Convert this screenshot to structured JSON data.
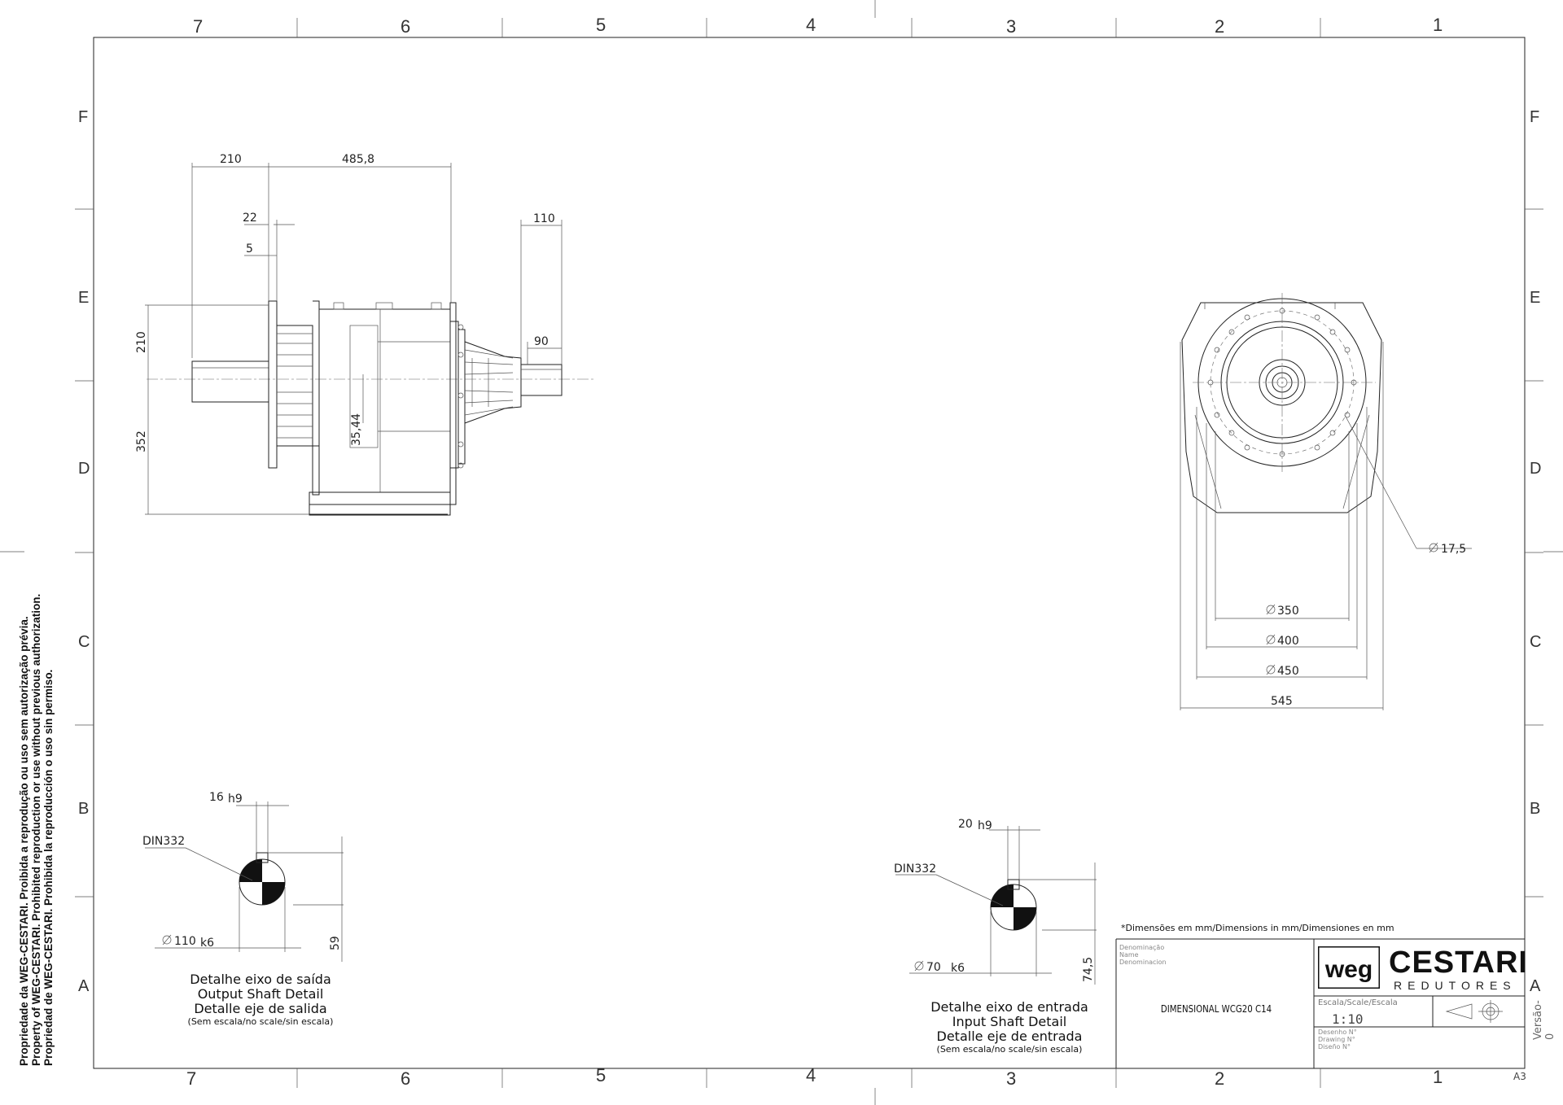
{
  "frame": {
    "col_labels": [
      "7",
      "6",
      "5",
      "4",
      "3",
      "2",
      "1"
    ],
    "row_labels": [
      "F",
      "E",
      "D",
      "C",
      "B",
      "A"
    ]
  },
  "property_notice": [
    "Propriedade da WEG-CESTARI. Proibida a reprodução ou uso sem autorização prévia.",
    "Property of WEG-CESTARI. Prohibited reproduction or use without previous authorization.",
    "Propriedad de WEG-CESTARI. Prohibida la reproducción o uso sin permiso."
  ],
  "side_view": {
    "dims": {
      "d210_top": "210",
      "d485": "485,8",
      "d22": "22",
      "d5": "5",
      "d110": "110",
      "d90": "90",
      "d210_left": "210",
      "d352": "352",
      "d3544": "35,44"
    }
  },
  "front_view": {
    "dims": {
      "bolt": "17,5",
      "d350": "350",
      "d400": "400",
      "d450": "450",
      "w545": "545"
    }
  },
  "output_shaft": {
    "key_width": "16",
    "key_tol": "h9",
    "din": "DIN332",
    "diameter": "110",
    "diameter_tol": "k6",
    "height": "59",
    "caption": [
      "Detalhe eixo de saída",
      "Output Shaft Detail",
      "Detalle eje de salida",
      "(Sem escala/no scale/sin escala)"
    ]
  },
  "input_shaft": {
    "key_width": "20",
    "key_tol": "h9",
    "din": "DIN332",
    "diameter": "70",
    "diameter_tol": "k6",
    "height": "74,5",
    "caption": [
      "Detalhe eixo de entrada",
      "Input Shaft Detail",
      "Detalle eje de entrada",
      "(Sem escala/no scale/sin escala)"
    ]
  },
  "title_block": {
    "note": "*Dimensões em mm/Dimensions in mm/Dimensiones en mm",
    "denomination_labels": [
      "Denominação",
      "Name",
      "Denominacion"
    ],
    "title": "DIMENSIONAL WCG20 C14",
    "scale_label": "Escala/Scale/Escala",
    "scale": "1:10",
    "drawing_labels": [
      "Desenho N°",
      "Drawing N°",
      "Diseño N°"
    ],
    "logo_left": "weg",
    "logo_brand": "CESTARI",
    "logo_sub": "REDUTORES",
    "version": "Versão-0",
    "sheet": "A3"
  }
}
